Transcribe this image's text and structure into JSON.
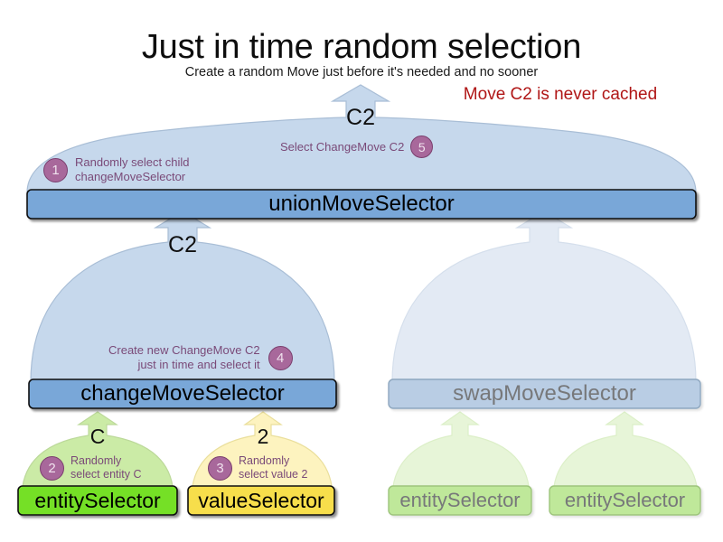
{
  "header": {
    "title": "Just in time random selection",
    "subtitle": "Create a random Move just before it's needed and no sooner",
    "callout": "Move C2 is never cached",
    "callout_color": "#b01616"
  },
  "colors": {
    "balloon_blue_fill": "#c6d8ec",
    "balloon_blue_stroke": "#a9bed6",
    "balloon_blue_faded_fill": "#e3eaf4",
    "box_blue_fill": "#79a7d8",
    "box_blue_stroke": "#1a1a1a",
    "box_blue_faded_fill": "#b9cde4",
    "box_blue_faded_stroke": "#8ea7bf",
    "balloon_green_fill": "#cbeba6",
    "balloon_green_stroke": "#bcd99a",
    "balloon_green_faded_fill": "#e7f5d8",
    "box_green_fill": "#74e028",
    "box_green_stroke": "#1a1a1a",
    "box_green_faded_fill": "#bfe89a",
    "balloon_yellow_fill": "#fdf3bf",
    "balloon_yellow_stroke": "#eadf9c",
    "box_yellow_fill": "#f7de4c",
    "badge_fill": "#a8689b",
    "badge_stroke": "#7b3f6e",
    "note_text": "#7a4a78",
    "faded_text": "#77787a"
  },
  "nodes": {
    "union": {
      "label": "unionMoveSelector",
      "payload": "C2",
      "notes": [
        {
          "number": "1",
          "text": "Randomly select child\nchangeMoveSelector"
        },
        {
          "number": "5",
          "text": "Select ChangeMove C2"
        }
      ]
    },
    "change": {
      "label": "changeMoveSelector",
      "payload": "C2",
      "notes": [
        {
          "number": "4",
          "text": "Create new ChangeMove C2\njust in time and select it"
        }
      ]
    },
    "swap": {
      "label": "swapMoveSelector",
      "payload": "",
      "notes": []
    },
    "entity_left": {
      "label": "entitySelector",
      "payload": "C",
      "notes": [
        {
          "number": "2",
          "text": "Randomly\nselect entity C"
        }
      ]
    },
    "value_left": {
      "label": "valueSelector",
      "payload": "2",
      "notes": [
        {
          "number": "3",
          "text": "Randomly\nselect value 2"
        }
      ]
    },
    "entity_swap_1": {
      "label": "entitySelector",
      "payload": "",
      "notes": []
    },
    "entity_swap_2": {
      "label": "entitySelector",
      "payload": "",
      "notes": []
    }
  },
  "note_lines": {
    "n1_l1": "Randomly select child",
    "n1_l2": "changeMoveSelector",
    "n5_l1": "Select ChangeMove C2",
    "n4_l1": "Create new ChangeMove C2",
    "n4_l2": "just in time and select it",
    "n2_l1": "Randomly",
    "n2_l2": "select entity C",
    "n3_l1": "Randomly",
    "n3_l2": "select value 2"
  }
}
